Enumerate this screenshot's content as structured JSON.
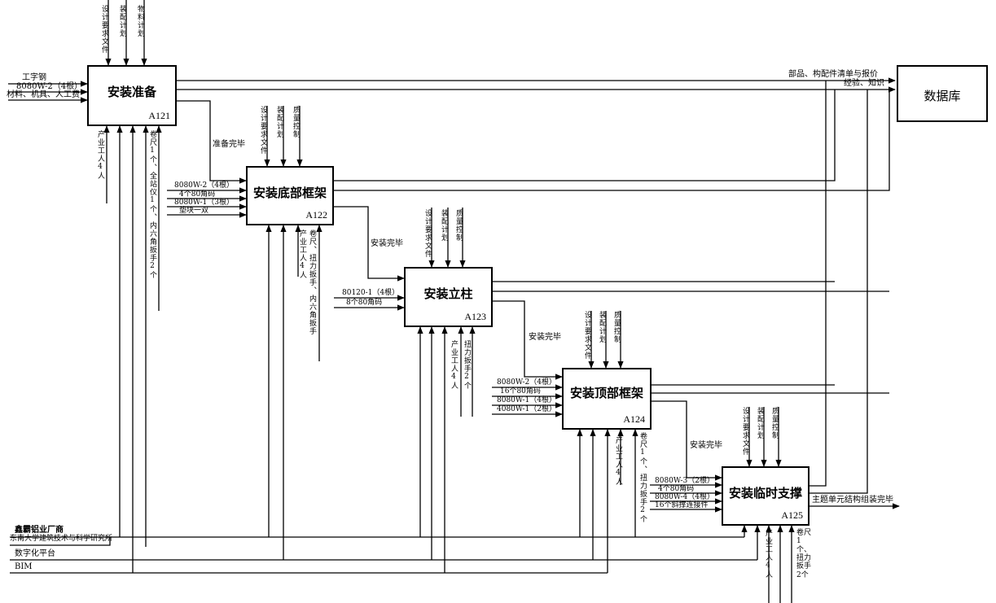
{
  "boxes": {
    "a121": {
      "title": "安装准备",
      "id": "A121"
    },
    "a122": {
      "title": "安装底部框架",
      "id": "A122"
    },
    "a123": {
      "title": "安装立柱",
      "id": "A123"
    },
    "a124": {
      "title": "安装顶部框架",
      "id": "A124"
    },
    "a125": {
      "title": "安装临时支撑",
      "id": "A125"
    },
    "db": {
      "title": "数据库"
    }
  },
  "controls": {
    "a121": [
      "设计要求文件",
      "装配计划",
      "物料计划"
    ],
    "common": [
      "设计要求文件",
      "装配计划",
      "质量控制"
    ]
  },
  "inputs": {
    "a121": [
      "工字钢",
      "8080W-2（4根）",
      "材料、机具、人工费"
    ],
    "a122": [
      "8080W-2（4根）",
      "4个80角码",
      "8080W-1（3根）",
      "垫块一双"
    ],
    "a123": [
      "80120-1（4根）",
      "8个80角码"
    ],
    "a124": [
      "8080W-2（4根）",
      "16个80角码",
      "8080W-1（4根）",
      "4080W-1（2根）"
    ],
    "a125": [
      "8080W-3（2根）",
      "4个80角码",
      "8080W-4（4根）",
      "16个斜撑连接件"
    ]
  },
  "transitions": {
    "t1": "准备完毕",
    "t2": "安装完毕",
    "t3": "安装完毕",
    "t4": "安装完毕"
  },
  "outputs": {
    "parts": "部品、构配件清单与报价",
    "knowledge": "经验、知识",
    "final": "主题单元结构组装完毕"
  },
  "mechanisms": {
    "workers": "产业工人4人",
    "m121": "卷尺1个、全站仪1个、内六角扳手2个",
    "m122": "卷尺、扭力扳手、内六角扳手",
    "m123": "扭力扳手2个",
    "m124": "卷尺1个、扭力扳手2个",
    "m125": "卷尺1个、扭力扳手2个"
  },
  "sources": {
    "xinba": "鑫霸铝业厂商",
    "seu": "东南大学建筑技术与科学研究所",
    "platform": "数字化平台",
    "bim": "BIM"
  }
}
